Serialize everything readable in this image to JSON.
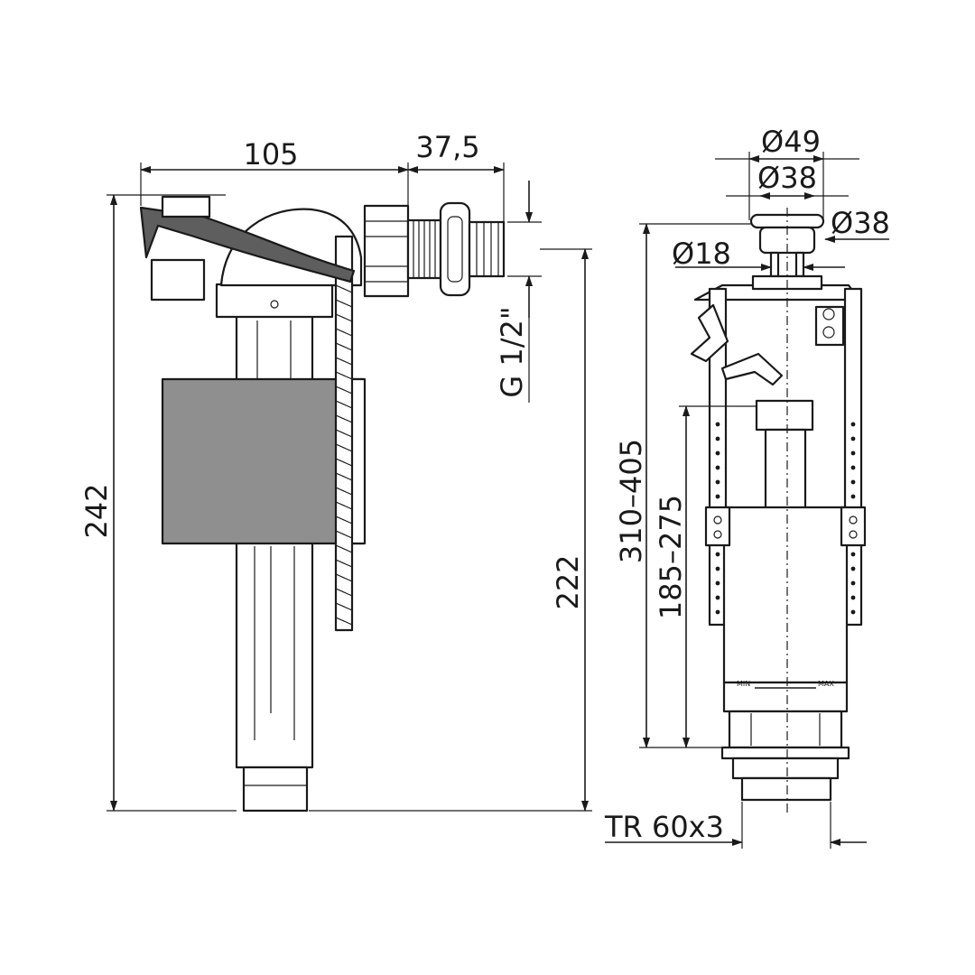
{
  "dimensions": {
    "fill_valve_width": "105",
    "inlet_length": "37,5",
    "fill_valve_height": "242",
    "inlet_height": "222",
    "thread": "G 1/2\"",
    "button_outer": "Ø49",
    "button_inner": "Ø38",
    "button_side": "Ø38",
    "rod": "Ø18",
    "valve_range": "310–405",
    "float_range": "185–275",
    "base_thread": "TR 60x3"
  },
  "scale": {
    "min": "MIN",
    "max": "MAX"
  },
  "colors": {
    "line": "#1a1a1a",
    "float_fill": "#8f8f8f",
    "lever_fill": "#5e5e5e",
    "background": "#ffffff"
  }
}
